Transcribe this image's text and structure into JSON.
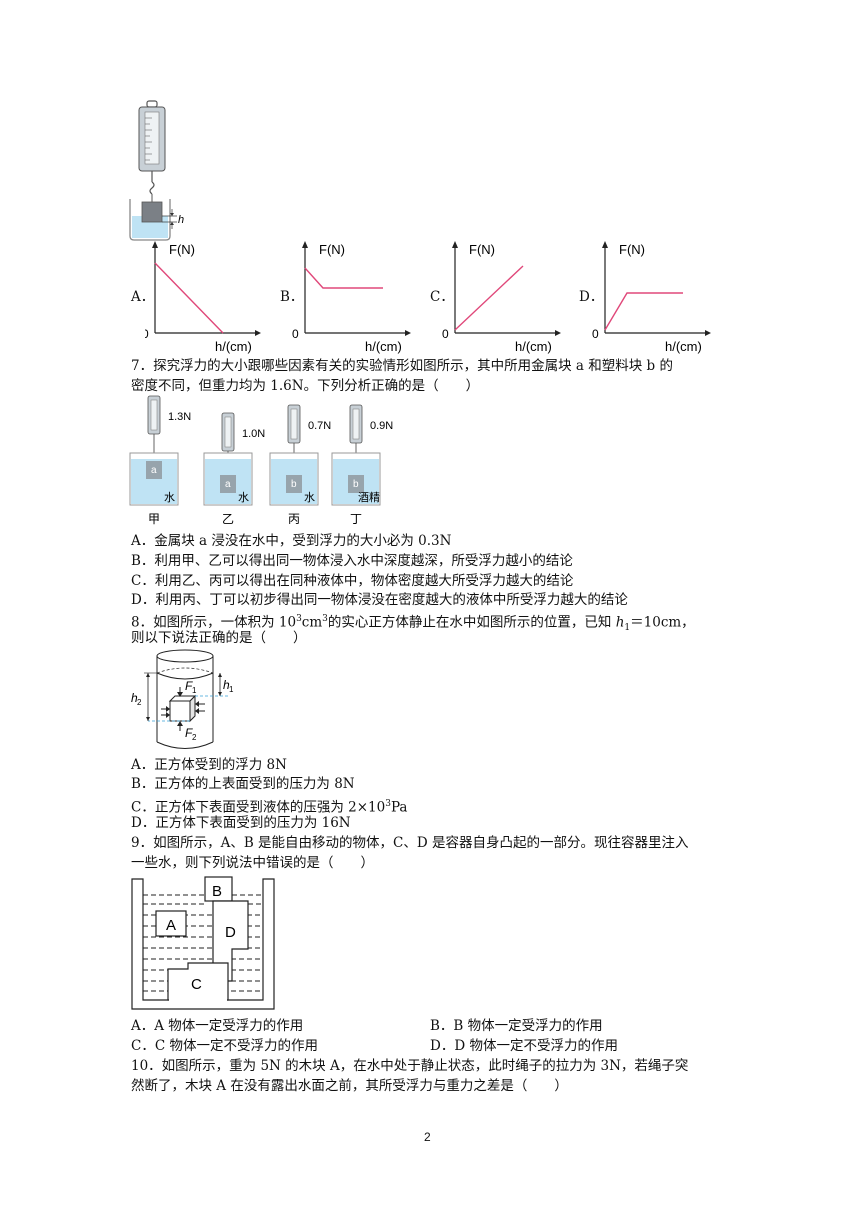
{
  "q6": {
    "h_label": "h",
    "graph_axis_y": "F(N)",
    "graph_axis_x": "h/(cm)",
    "graph_origin": "0",
    "options": [
      "A．",
      "B．",
      "C．",
      "D．"
    ]
  },
  "q7": {
    "stem_line1": "7．探究浮力的大小跟哪些因素有关的实验情形如图所示，其中所用金属块 a 和塑料块 b 的",
    "stem_line2": "密度不同，但重力均为 1.6N。下列分析正确的是（　　）",
    "readings": [
      "1.3N",
      "1.0N",
      "0.7N",
      "0.9N"
    ],
    "blocks": [
      "a",
      "a",
      "b",
      "b"
    ],
    "liquids": [
      "水",
      "水",
      "水",
      "酒精"
    ],
    "captions": [
      "甲",
      "乙",
      "丙",
      "丁"
    ],
    "options": [
      "A．金属块 a 浸没在水中，受到浮力的大小必为 0.3N",
      "B．利用甲、乙可以得出同一物体浸入水中深度越深，所受浮力越小的结论",
      "C．利用乙、丙可以得出在同种液体中，物体密度越大所受浮力越大的结论",
      "D．利用丙、丁可以初步得出同一物体浸没在密度越大的液体中所受浮力越大的结论"
    ]
  },
  "q8": {
    "stem_line1_a": "8．如图所示，一体积为 10",
    "stem_line1_sup1": "3",
    "stem_line1_b": "cm",
    "stem_line1_sup2": "3",
    "stem_line1_c": "的实心正方体静止在水中如图所示的位置，已知 ",
    "stem_h": "h",
    "stem_sub": "1",
    "stem_line1_d": "＝10cm，",
    "stem_line2": "则以下说法正确的是（　　）",
    "fig_h1": "h",
    "fig_h1_sub": "1",
    "fig_h2": "h",
    "fig_h2_sub": "2",
    "fig_F1": "F",
    "fig_F1_sub": "1",
    "fig_F2": "F",
    "fig_F2_sub": "2",
    "options": [
      "A．正方体受到的浮力 8N",
      "B．正方体的上表面受到的压力为 8N",
      "C．正方体下表面受到液体的压强为 2×10",
      "D．正方体下表面受到的压力为 16N"
    ],
    "optC_sup": "3",
    "optC_unit": "Pa"
  },
  "q9": {
    "stem_line1": "9．如图所示，A、B 是能自由移动的物体，C、D 是容器自身凸起的一部分。现往容器里注入",
    "stem_line2": "一些水，则下列说法中错误的是（　　）",
    "fig_labels": [
      "A",
      "B",
      "C",
      "D"
    ],
    "options": [
      "A．A 物体一定受浮力的作用",
      "B．B 物体一定受浮力的作用",
      "C．C 物体一定不受浮力的作用",
      "D．D 物体一定不受浮力的作用"
    ]
  },
  "q10": {
    "stem_line1": "10．如图所示，重为 5N 的木块 A，在水中处于静止状态，此时绳子的拉力为 3N，若绳子突",
    "stem_line2": "然断了，木块 A 在没有露出水面之前，其所受浮力与重力之差是（　　）"
  },
  "page_number": "2",
  "colors": {
    "water": "#bfe3f4",
    "curve": "#e0487a",
    "block": "#8a8f94"
  }
}
